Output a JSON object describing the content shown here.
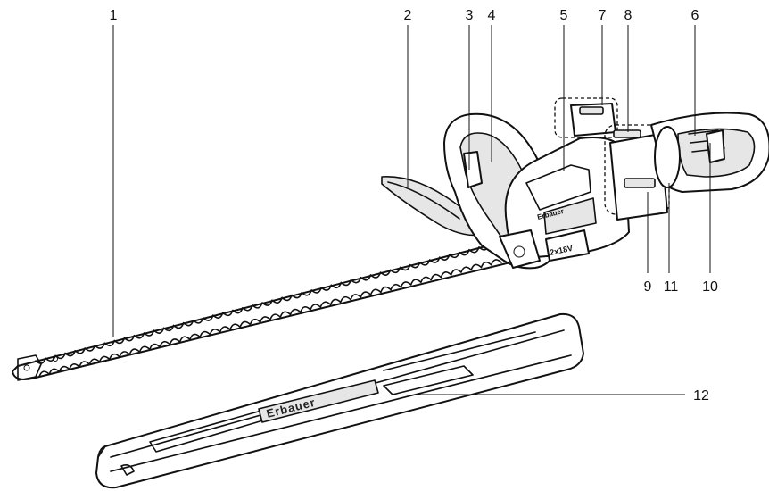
{
  "callouts": [
    "1",
    "2",
    "3",
    "4",
    "5",
    "7",
    "8",
    "6",
    "9",
    "11",
    "10",
    "12"
  ],
  "brand": "Erbauer",
  "battery_badge": "2x18V",
  "colors": {
    "ink": "#111111",
    "paper": "#ffffff",
    "fill_grey": "#e6e6e6"
  }
}
